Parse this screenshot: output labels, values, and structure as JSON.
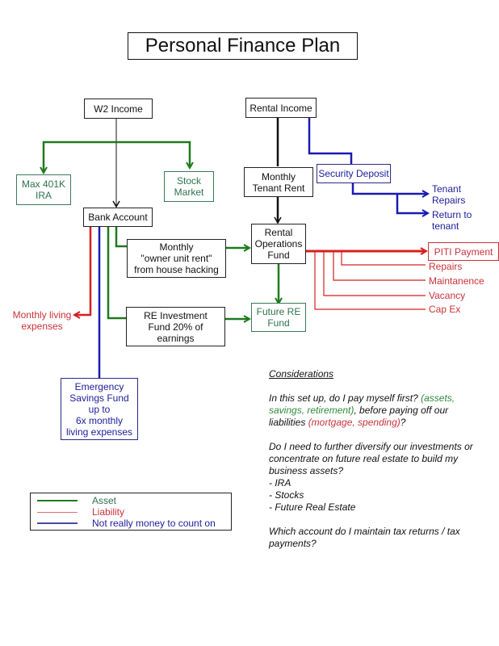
{
  "title": "Personal Finance Plan",
  "colors": {
    "asset": "#1f7a1f",
    "liability": "#d62020",
    "not_money": "#1a1ab4",
    "neutral": "#111111"
  },
  "nodes": {
    "w2_income": "W2 Income",
    "max_401k_ira": "Max 401K\nIRA",
    "stock_market": "Stock\nMarket",
    "bank_account": "Bank Account",
    "owner_unit_rent": "Monthly\n\"owner unit rent\"\nfrom house hacking",
    "re_investment_fund": "RE Investment\nFund 20% of\nearnings",
    "monthly_living_expenses": "Monthly living\nexpenses",
    "emergency_savings": "Emergency\nSavings Fund\nup to\n6x monthly\nliving expenses",
    "rental_income": "Rental Income",
    "monthly_tenant_rent": "Monthly\nTenant Rent",
    "security_deposit": "Security Deposit",
    "tenant_repairs": "Tenant\nRepairs",
    "return_to_tenant": "Return to\ntenant",
    "rental_operations_fund": "Rental\nOperations\nFund",
    "future_re_fund": "Future RE\nFund",
    "piti_payment": "PITI Payment",
    "repairs": "Repairs",
    "maintanence": "Maintanence",
    "vacancy": "Vacancy",
    "cap_ex": "Cap Ex"
  },
  "considerations": {
    "heading": "Considerations",
    "q1": {
      "a": "In this set up, do I pay myself first? ",
      "assets": "(assets, savings, retirement)",
      "b": ", before paying off our liabilities ",
      "liabilities": "(mortgage, spending)",
      "c": "?"
    },
    "q2": "Do I need to further diversify our investments or concentrate on future real estate to build my business assets?",
    "q2_items": [
      "- IRA",
      "- Stocks",
      "- Future Real Estate"
    ],
    "q3": "Which account do I maintain tax returns / tax payments?"
  },
  "legend": [
    {
      "label": "Asset",
      "color": "#1f7a1f",
      "text_color": "#2e7250"
    },
    {
      "label": "Liability",
      "color": "#d62020",
      "text_color": "#c8323a"
    },
    {
      "label": "Not really money to count on",
      "color": "#1a1ab4",
      "text_color": "#1d1d9a"
    }
  ]
}
